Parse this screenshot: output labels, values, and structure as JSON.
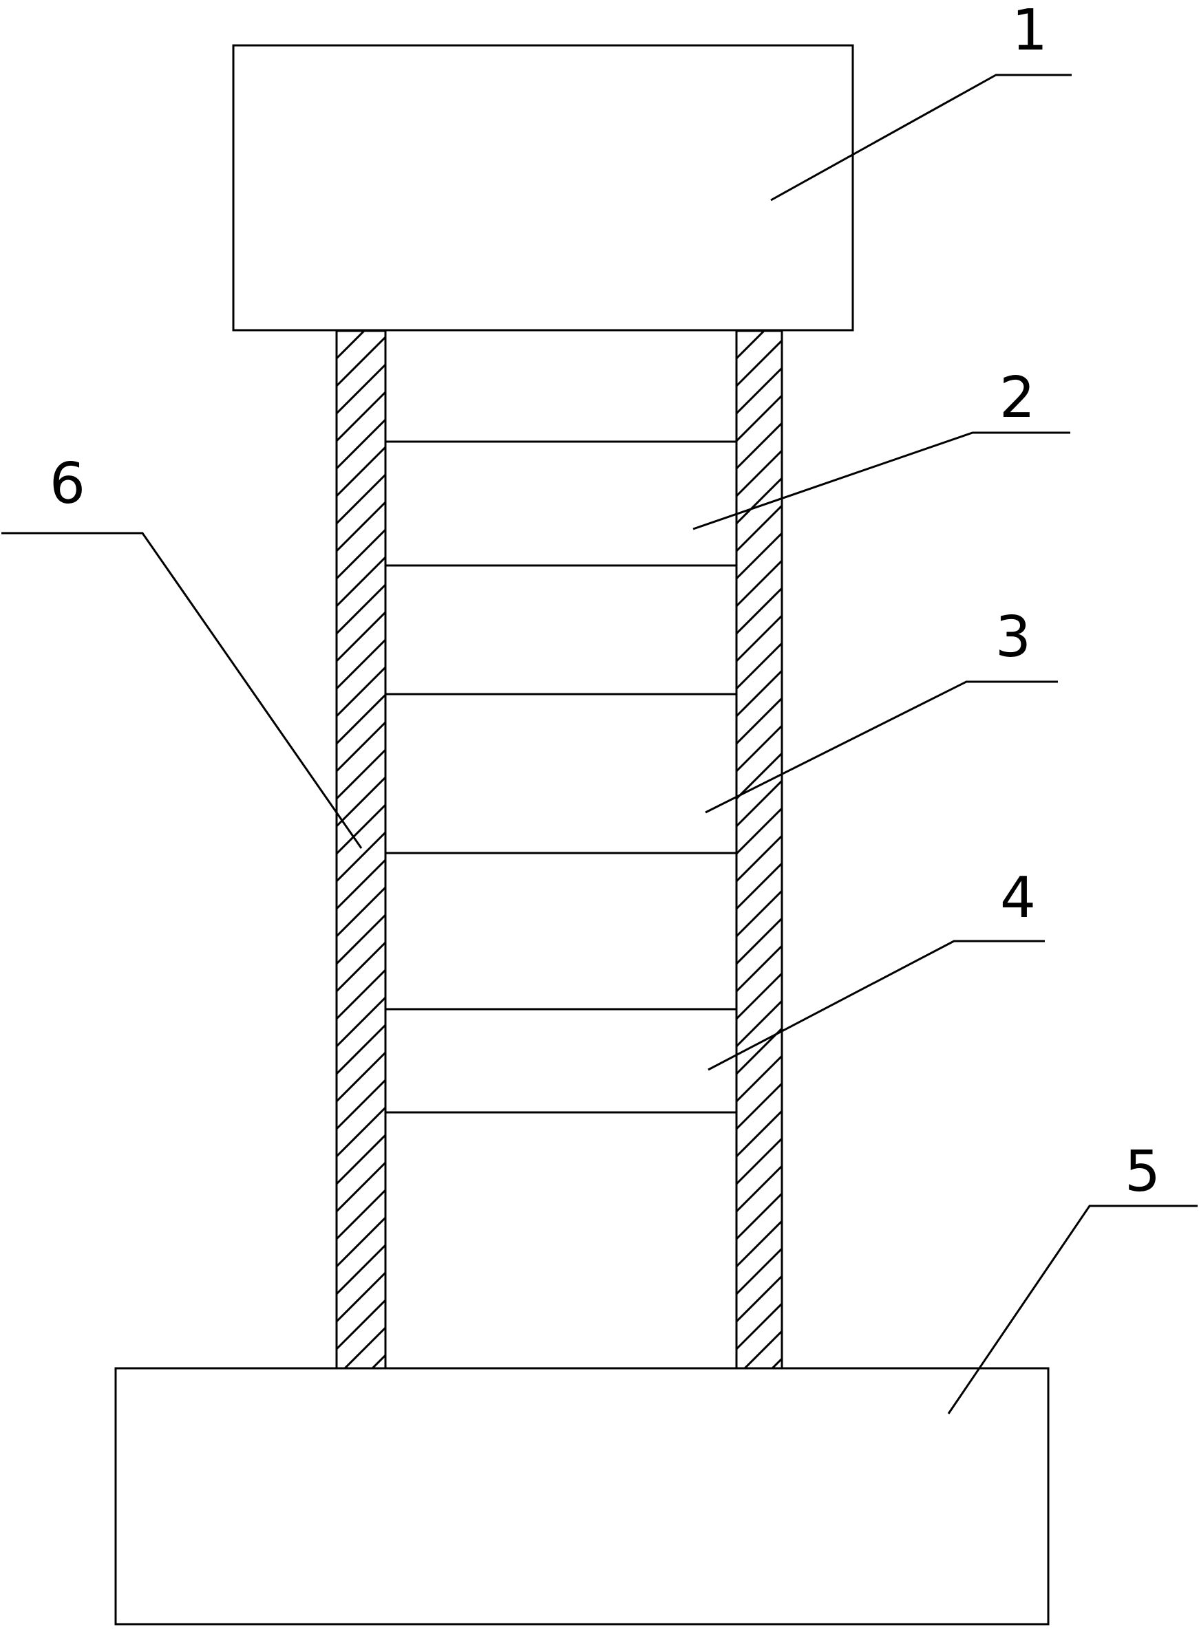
{
  "labels": {
    "part_1": "1",
    "part_2": "2",
    "part_3": "3",
    "part_4": "4",
    "part_5": "5",
    "part_6": "6"
  },
  "colors": {
    "line": "#000000",
    "background": "#ffffff"
  }
}
